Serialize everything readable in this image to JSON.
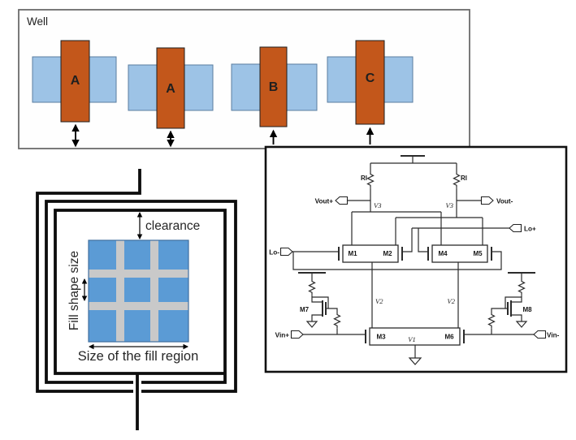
{
  "figure": {
    "well_diagram": {
      "title": "Well",
      "transistors": [
        {
          "label": "A",
          "spacing_arrow": "double"
        },
        {
          "label": "A",
          "spacing_arrow": "double"
        },
        {
          "label": "B",
          "spacing_arrow": "single"
        },
        {
          "label": "C",
          "spacing_arrow": "single"
        }
      ]
    },
    "fill_diagram": {
      "clearance_label": "clearance",
      "fill_shape_size_label": "Fill shape size",
      "fill_region_label": "Size of the fill region"
    },
    "schematic": {
      "load_resistors": [
        "Rl",
        "Rl"
      ],
      "transistors": {
        "m1": "M1",
        "m2": "M2",
        "m3": "M3",
        "m4": "M4",
        "m5": "M5",
        "m6": "M6",
        "m7": "M7",
        "m8": "M8"
      },
      "nodes": {
        "v1": "V1",
        "v2_left": "V2",
        "v2_right": "V2",
        "v3_left": "V3",
        "v3_right": "V3"
      },
      "ports": {
        "vout_plus": "Vout+",
        "vout_minus": "Vout-",
        "lo_plus": "Lo+",
        "lo_minus": "Lo-",
        "vin_plus": "Vin+",
        "vin_minus": "Vin-"
      }
    },
    "colors": {
      "gate_orange": "#c3571b",
      "diffusion_blue": "#9dc3e6",
      "fill_cell_blue": "#5b9bd5",
      "fill_gutter_gray": "#c9c9c9",
      "gate_label_maroon": "#5e2a12"
    }
  }
}
